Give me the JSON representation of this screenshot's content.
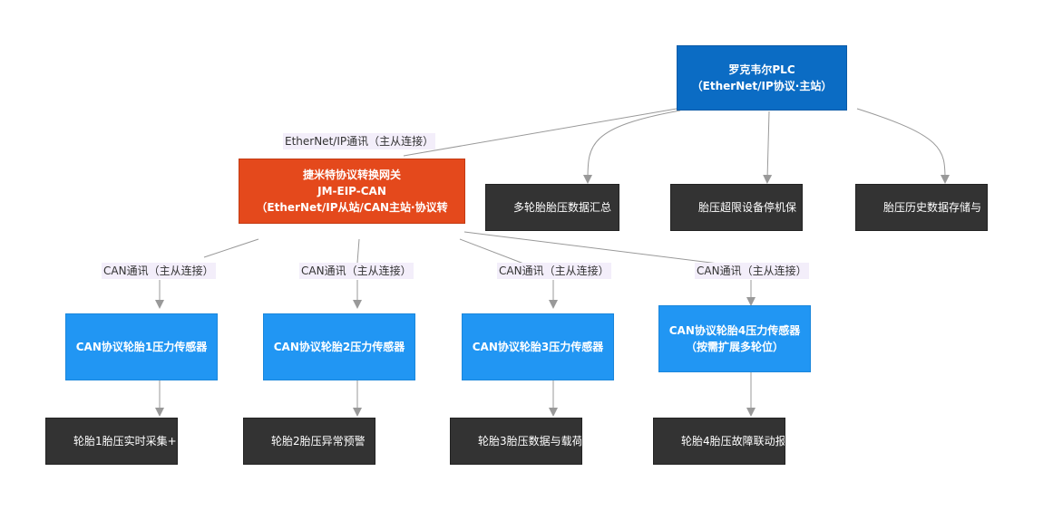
{
  "nodes": {
    "plc": {
      "line1": "罗克韦尔PLC",
      "line2": "（EtherNet/IP协议·主站）"
    },
    "gateway": {
      "line1": "捷米特协议转换网关",
      "line2": "JM-EIP-CAN",
      "line3": "（EtherNet/IP从站/CAN主站·协议转"
    },
    "summary": {
      "label": "多轮胎胎压数据汇总"
    },
    "overlimit": {
      "label": "胎压超限设备停机保"
    },
    "history": {
      "label": "胎压历史数据存储与"
    },
    "sensor1": {
      "label": "CAN协议轮胎1压力传感器"
    },
    "sensor2": {
      "label": "CAN协议轮胎2压力传感器"
    },
    "sensor3": {
      "label": "CAN协议轮胎3压力传感器"
    },
    "sensor4": {
      "line1": "CAN协议轮胎4压力传感器",
      "line2": "（按需扩展多轮位）"
    },
    "out1": {
      "label": "轮胎1胎压实时采集+"
    },
    "out2": {
      "label": "轮胎2胎压异常预警"
    },
    "out3": {
      "label": "轮胎3胎压数据与载荷"
    },
    "out4": {
      "label": "轮胎4胎压故障联动报"
    }
  },
  "edge_labels": {
    "eip": "EtherNet/IP通讯（主从连接）",
    "can1": "CAN通讯（主从连接）",
    "can2": "CAN通讯（主从连接）",
    "can3": "CAN通讯（主从连接）",
    "can4": "CAN通讯（主从连接）"
  },
  "colors": {
    "plc": "#0b6cc4",
    "gateway": "#e4491c",
    "sensor": "#2196f3",
    "output": "#333333",
    "edge": "#999999",
    "edge_label_bg": "#f3eefa"
  }
}
